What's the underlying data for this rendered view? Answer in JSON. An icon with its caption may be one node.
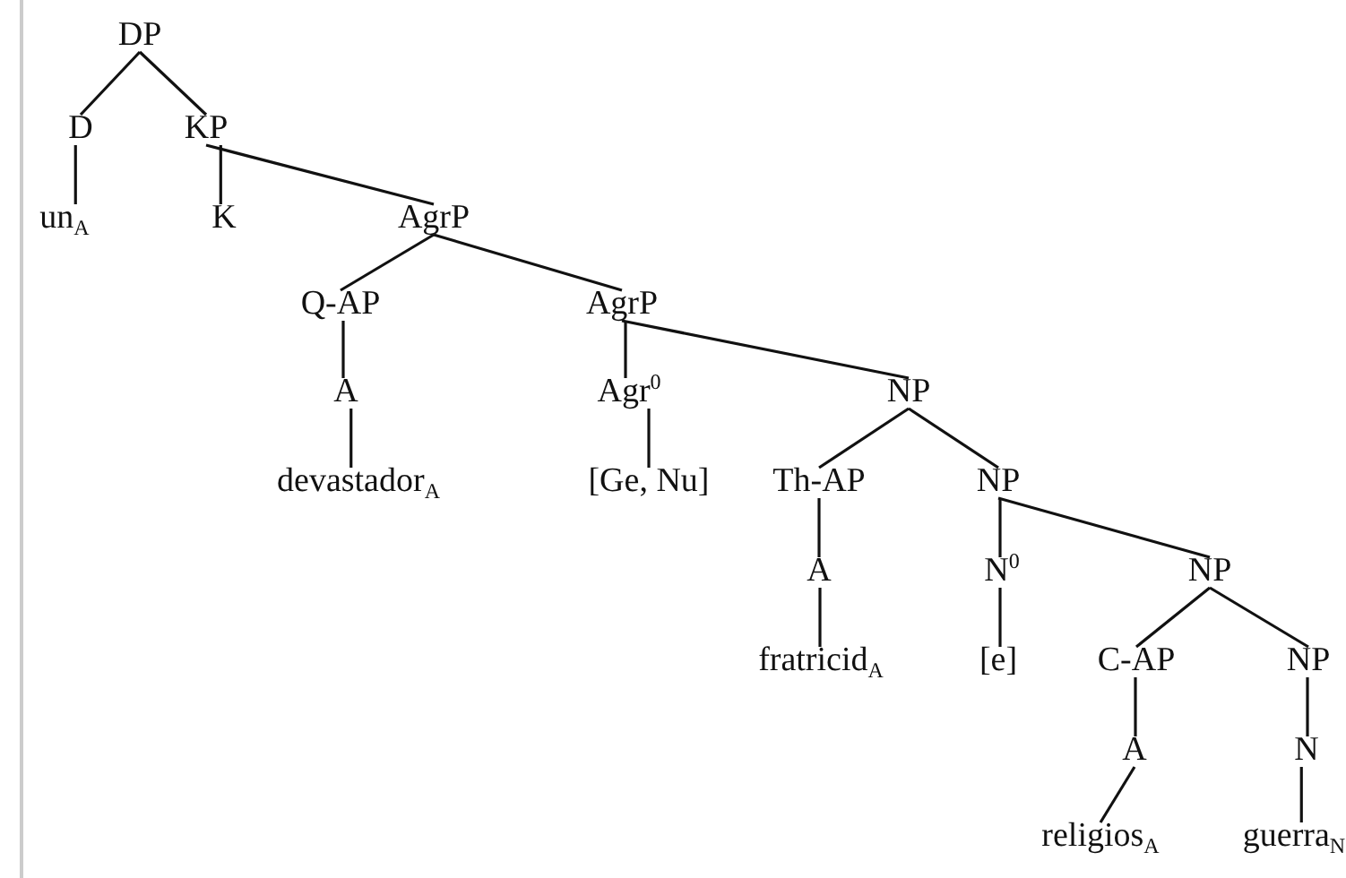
{
  "diagram": {
    "nodes": [
      {
        "text": [
          "DP"
        ]
      },
      {
        "text": [
          "D"
        ]
      },
      {
        "text": [
          "KP"
        ]
      },
      {
        "text": [
          "un$_{A}$"
        ]
      },
      {
        "text": [
          "K"
        ]
      },
      {
        "text": [
          "AgrP"
        ]
      },
      {
        "text": [
          "Q-AP"
        ]
      },
      {
        "text": [
          "AgrP"
        ]
      },
      {
        "text": [
          "A"
        ]
      },
      {
        "text": [
          "Agr$^{0}$"
        ]
      },
      {
        "text": [
          "NP"
        ]
      },
      {
        "text": [
          "devastador$_{A}$"
        ]
      },
      {
        "text": [
          "[Ge, Nu]"
        ]
      },
      {
        "text": [
          "Th-AP"
        ]
      },
      {
        "text": [
          "NP"
        ]
      },
      {
        "text": [
          "A"
        ]
      },
      {
        "text": [
          "N$^{0}$"
        ]
      },
      {
        "text": [
          "NP"
        ]
      },
      {
        "text": [
          "fratricid$_{A}$"
        ]
      },
      {
        "text": [
          "[e]"
        ]
      },
      {
        "text": [
          "C-AP"
        ]
      },
      {
        "text": [
          "NP"
        ]
      },
      {
        "text": [
          "A"
        ]
      },
      {
        "text": [
          "N"
        ]
      },
      {
        "text": [
          "religios$_{A}$"
        ]
      },
      {
        "text": [
          "guerra$_{N}$"
        ]
      }
    ],
    "edges": [
      {
        "from": 0,
        "to": 1,
        "arrow": "none"
      },
      {
        "from": 0,
        "to": 2,
        "arrow": "none"
      },
      {
        "from": 1,
        "to": 3,
        "arrow": "none"
      },
      {
        "from": 2,
        "to": 4,
        "arrow": "none"
      },
      {
        "from": 2,
        "to": 5,
        "arrow": "none"
      },
      {
        "from": 5,
        "to": 6,
        "arrow": "none"
      },
      {
        "from": 5,
        "to": 7,
        "arrow": "none"
      },
      {
        "from": 6,
        "to": 8,
        "arrow": "none"
      },
      {
        "from": 8,
        "to": 11,
        "arrow": "none"
      },
      {
        "from": 7,
        "to": 9,
        "arrow": "none"
      },
      {
        "from": 7,
        "to": 10,
        "arrow": "none"
      },
      {
        "from": 9,
        "to": 12,
        "arrow": "none"
      },
      {
        "from": 10,
        "to": 13,
        "arrow": "none"
      },
      {
        "from": 10,
        "to": 14,
        "arrow": "none"
      },
      {
        "from": 13,
        "to": 15,
        "arrow": "none"
      },
      {
        "from": 15,
        "to": 18,
        "arrow": "none"
      },
      {
        "from": 14,
        "to": 16,
        "arrow": "none"
      },
      {
        "from": 14,
        "to": 17,
        "arrow": "none"
      },
      {
        "from": 16,
        "to": 19,
        "arrow": "none"
      },
      {
        "from": 17,
        "to": 20,
        "arrow": "none"
      },
      {
        "from": 17,
        "to": 21,
        "arrow": "none"
      },
      {
        "from": 20,
        "to": 22,
        "arrow": "none"
      },
      {
        "from": 22,
        "to": 24,
        "arrow": "none"
      },
      {
        "from": 21,
        "to": 23,
        "arrow": "none"
      },
      {
        "from": 23,
        "to": 25,
        "arrow": "none"
      }
    ]
  }
}
